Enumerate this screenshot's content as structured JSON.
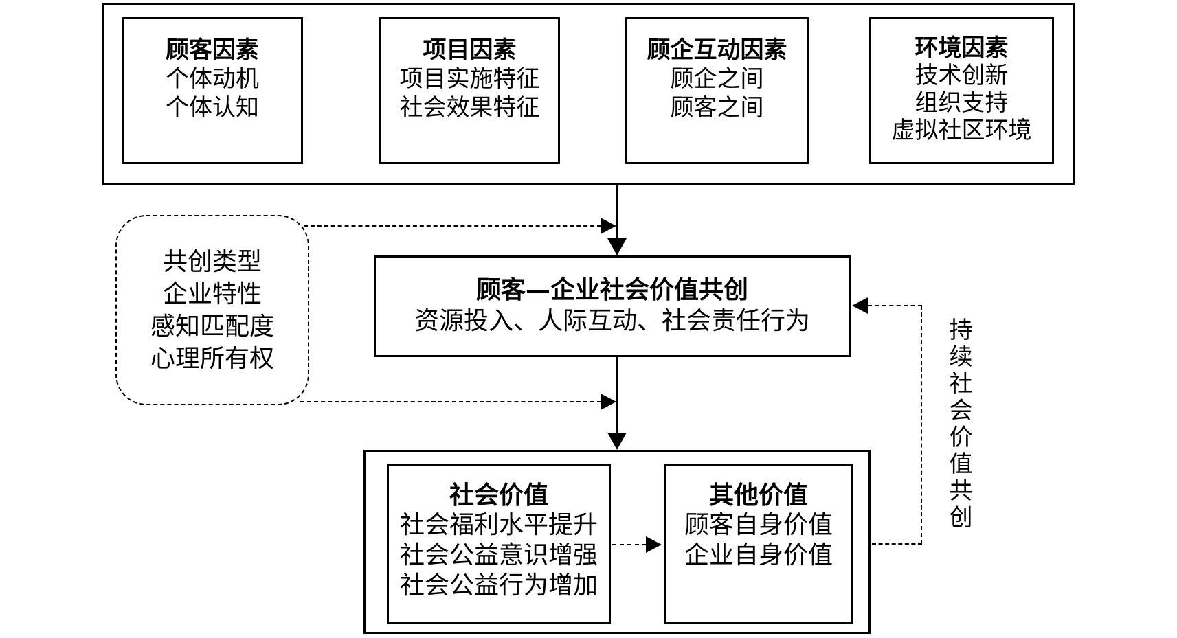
{
  "diagram": {
    "antecedents": {
      "boxes": [
        {
          "title": "顾客因素",
          "lines": [
            "个体动机",
            "个体认知"
          ]
        },
        {
          "title": "项目因素",
          "lines": [
            "项目实施特征",
            "社会效果特征"
          ]
        },
        {
          "title": "顾企互动因素",
          "lines": [
            "顾企之间",
            "顾客之间"
          ]
        },
        {
          "title": "环境因素",
          "lines": [
            "技术创新",
            "组织支持",
            "虚拟社区环境"
          ]
        }
      ]
    },
    "moderators": {
      "lines": [
        "共创类型",
        "企业特性",
        "感知匹配度",
        "心理所有权"
      ]
    },
    "core": {
      "title": "顾客—企业社会价值共创",
      "subtitle": "资源投入、人际互动、社会责任行为"
    },
    "outcomes": {
      "boxes": [
        {
          "title": "社会价值",
          "lines": [
            "社会福利水平提升",
            "社会公益意识增强",
            "社会公益行为增加"
          ]
        },
        {
          "title": "其他价值",
          "lines": [
            "顾客自身价值",
            "企业自身价值"
          ]
        }
      ]
    },
    "feedback_label": "持续社会价值共创"
  },
  "colors": {
    "ink": "#000000",
    "background": "#ffffff"
  }
}
